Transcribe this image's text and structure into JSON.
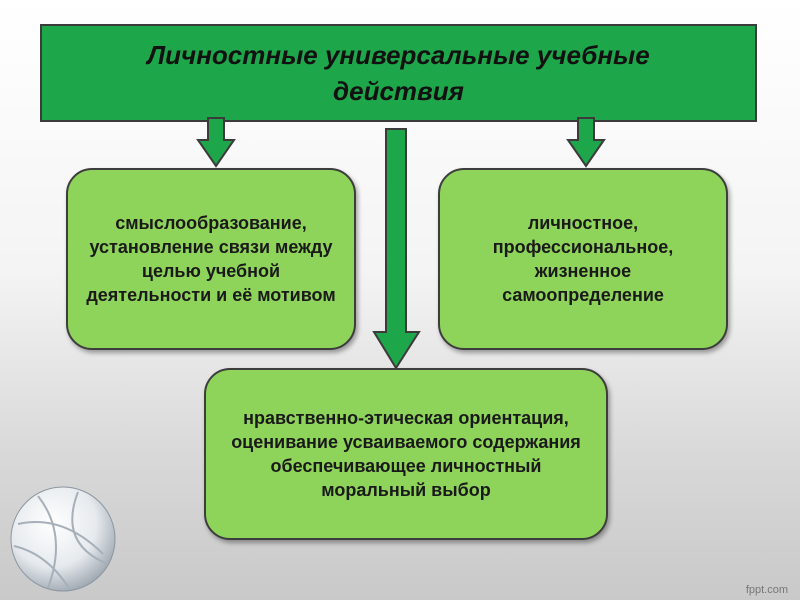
{
  "header": {
    "title": "Личностные универсальные учебные действия"
  },
  "boxes": {
    "left": "смыслообразование, установление  связи между целью учебной деятельности и её мотивом",
    "right": "личностное, профессиональное, жизненное самоопределение",
    "bottom": "нравственно-этическая ориентация, оценивание усваиваемого содержания обеспечивающее личностный моральный выбор"
  },
  "watermark": "fppt.com",
  "colors": {
    "header_fill": "#1ea64a",
    "box_fill": "#8fd45a",
    "arrow_fill": "#1ea64a"
  }
}
